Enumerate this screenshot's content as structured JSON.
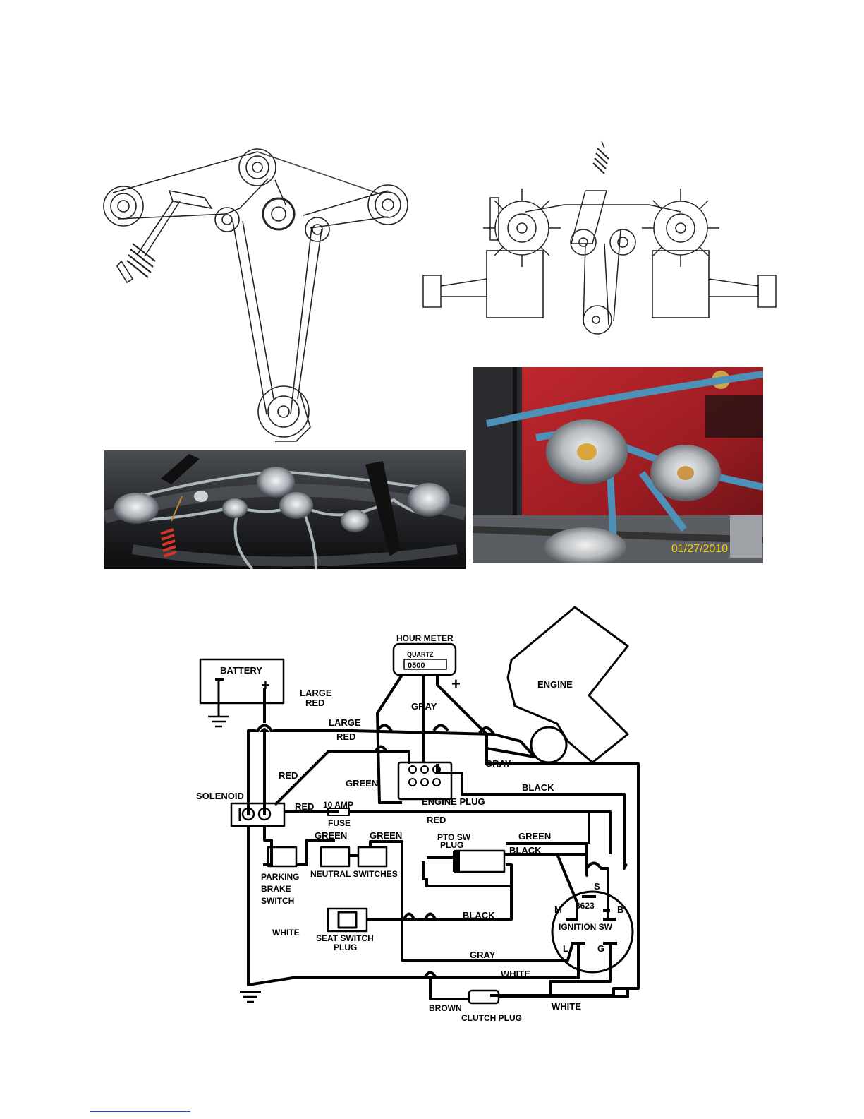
{
  "photos": {
    "timestamp": "01/27/2010"
  },
  "wiring": {
    "battery": {
      "label": "BATTERY",
      "neg": "—",
      "pos": "+"
    },
    "hour_meter": {
      "title": "HOUR METER",
      "brand": "QUARTZ",
      "readout": "0500",
      "plus": "+"
    },
    "engine": "ENGINE",
    "solenoid": "SOLENOID",
    "fuse": {
      "rating": "10 AMP",
      "label": "FUSE"
    },
    "engine_plug": "ENGINE PLUG",
    "pto_plug": [
      "PTO SW",
      "PLUG"
    ],
    "parking_brake": [
      "PARKING",
      "BRAKE",
      "SWITCH"
    ],
    "neutral_switches": "NEUTRAL SWITCHES",
    "seat_switch": [
      "SEAT SWITCH",
      "PLUG"
    ],
    "clutch_plug": "CLUTCH PLUG",
    "ignition": {
      "model": "3623",
      "label": "IGNITION SW",
      "s": "S",
      "m": "M",
      "b": "B",
      "l": "L",
      "g": "G"
    },
    "wires": {
      "large_red_1": "LARGE",
      "large_red_2": "RED",
      "large_1": "LARGE",
      "red_under_large": "RED",
      "gray_top": "GRAY",
      "gray_engine": "GRAY",
      "gray_bottom": "GRAY",
      "red_sol": "RED",
      "red_fuse": "RED",
      "red_long": "RED",
      "green_plug": "GREEN",
      "green_a": "GREEN",
      "green_b": "GREEN",
      "green_ign": "GREEN",
      "black_right": "BLACK",
      "black_pto": "BLACK",
      "black_mid": "BLACK",
      "white_left": "WHITE",
      "white_bottom": "WHITE",
      "white_clutch": "WHITE",
      "brown": "BROWN"
    }
  }
}
